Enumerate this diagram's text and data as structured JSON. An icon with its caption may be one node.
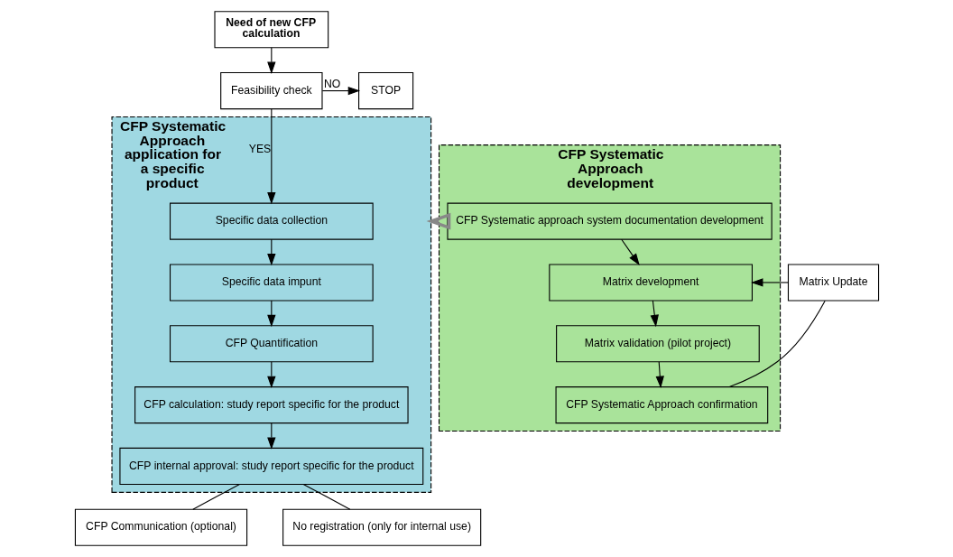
{
  "diagram": {
    "nodes": [
      {
        "text": [
          "Need of new CFP calculation"
        ]
      },
      {
        "text": [
          "Feasibility check"
        ]
      },
      {
        "text": [
          "STOP"
        ]
      },
      {
        "text": [
          "CFP Systematic Approach application for a specific product"
        ]
      },
      {
        "text": [
          "Specific data collection"
        ],
        "in": 3
      },
      {
        "text": [
          "Specific data impunt"
        ],
        "in": 3
      },
      {
        "text": [
          "CFP Quantification"
        ],
        "in": 3
      },
      {
        "text": [
          "CFP calculation: study report specific for the product"
        ],
        "in": 3
      },
      {
        "text": [
          "CFP internal approval: study report specific for the product"
        ],
        "in": 3
      },
      {
        "text": [
          "CFP Communication (optional)"
        ]
      },
      {
        "text": [
          "No registration (only for internal use)"
        ]
      },
      {
        "text": [
          "CFP Systematic Approach development"
        ]
      },
      {
        "text": [
          "CFP Systematic approach system documentation development"
        ],
        "in": 11
      },
      {
        "text": [
          "Matrix development"
        ],
        "in": 11
      },
      {
        "text": [
          "Matrix validation (pilot project)"
        ],
        "in": 11
      },
      {
        "text": [
          "CFP Systematic Approach confirmation"
        ],
        "in": 11
      },
      {
        "text": [
          "Matrix Update"
        ]
      }
    ],
    "edges": [
      {
        "from": 0,
        "to": 1,
        "arrow": "to"
      },
      {
        "from": 1,
        "to": 2,
        "arrow": "to",
        "label": "NO"
      },
      {
        "from": 1,
        "to": 4,
        "arrow": "to",
        "label": "YES"
      },
      {
        "from": 4,
        "to": 5,
        "arrow": "to"
      },
      {
        "from": 5,
        "to": 6,
        "arrow": "to"
      },
      {
        "from": 6,
        "to": 7,
        "arrow": "to"
      },
      {
        "from": 7,
        "to": 8,
        "arrow": "to"
      },
      {
        "from": 8,
        "to": 9,
        "arrow": "none"
      },
      {
        "from": 8,
        "to": 10,
        "arrow": "none"
      },
      {
        "from": 12,
        "to": 13,
        "arrow": "to"
      },
      {
        "from": 13,
        "to": 14,
        "arrow": "to"
      },
      {
        "from": 14,
        "to": 15,
        "arrow": "to"
      },
      {
        "from": 15,
        "to": 16,
        "arrow": "none"
      },
      {
        "from": 16,
        "to": 13,
        "arrow": "to"
      },
      {
        "from": 11,
        "to": 3,
        "arrow": "to",
        "style": "thick",
        "color": "#888888"
      }
    ]
  }
}
